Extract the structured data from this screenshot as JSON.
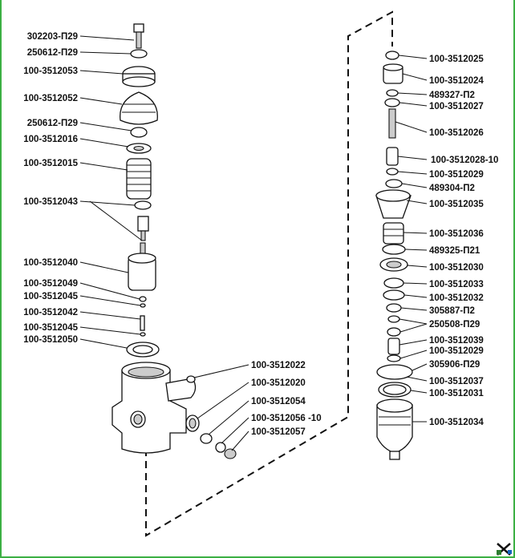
{
  "left_labels": [
    "302203-П29",
    "250612-П29",
    "100-3512053",
    "100-3512052",
    "250612-П29",
    "100-3512016",
    "100-3512015",
    "100-3512043",
    "100-3512040",
    "100-3512049",
    "100-3512045",
    "100-3512042",
    "100-3512045",
    "100-3512050"
  ],
  "center_labels": [
    "100-3512022",
    "100-3512020",
    "100-3512054",
    "100-3512056 -10",
    "100-3512057"
  ],
  "right_labels": [
    "100-3512025",
    "100-3512024",
    "489327-П2",
    "100-3512027",
    "100-3512026",
    "100-3512028-10",
    "100-3512029",
    "489304-П2",
    "100-3512035",
    "100-3512036",
    "489325-П21",
    "100-3512030",
    "100-3512033",
    "100-3512032",
    "305887-П2",
    "250508-П29",
    "100-3512039",
    "100-3512029",
    "305906-П29",
    "100-3512037",
    "100-3512031",
    "100-3512034"
  ],
  "colors": {
    "border": "#3cb043",
    "ink": "#111111"
  },
  "watermark_icon": "tools-icon"
}
